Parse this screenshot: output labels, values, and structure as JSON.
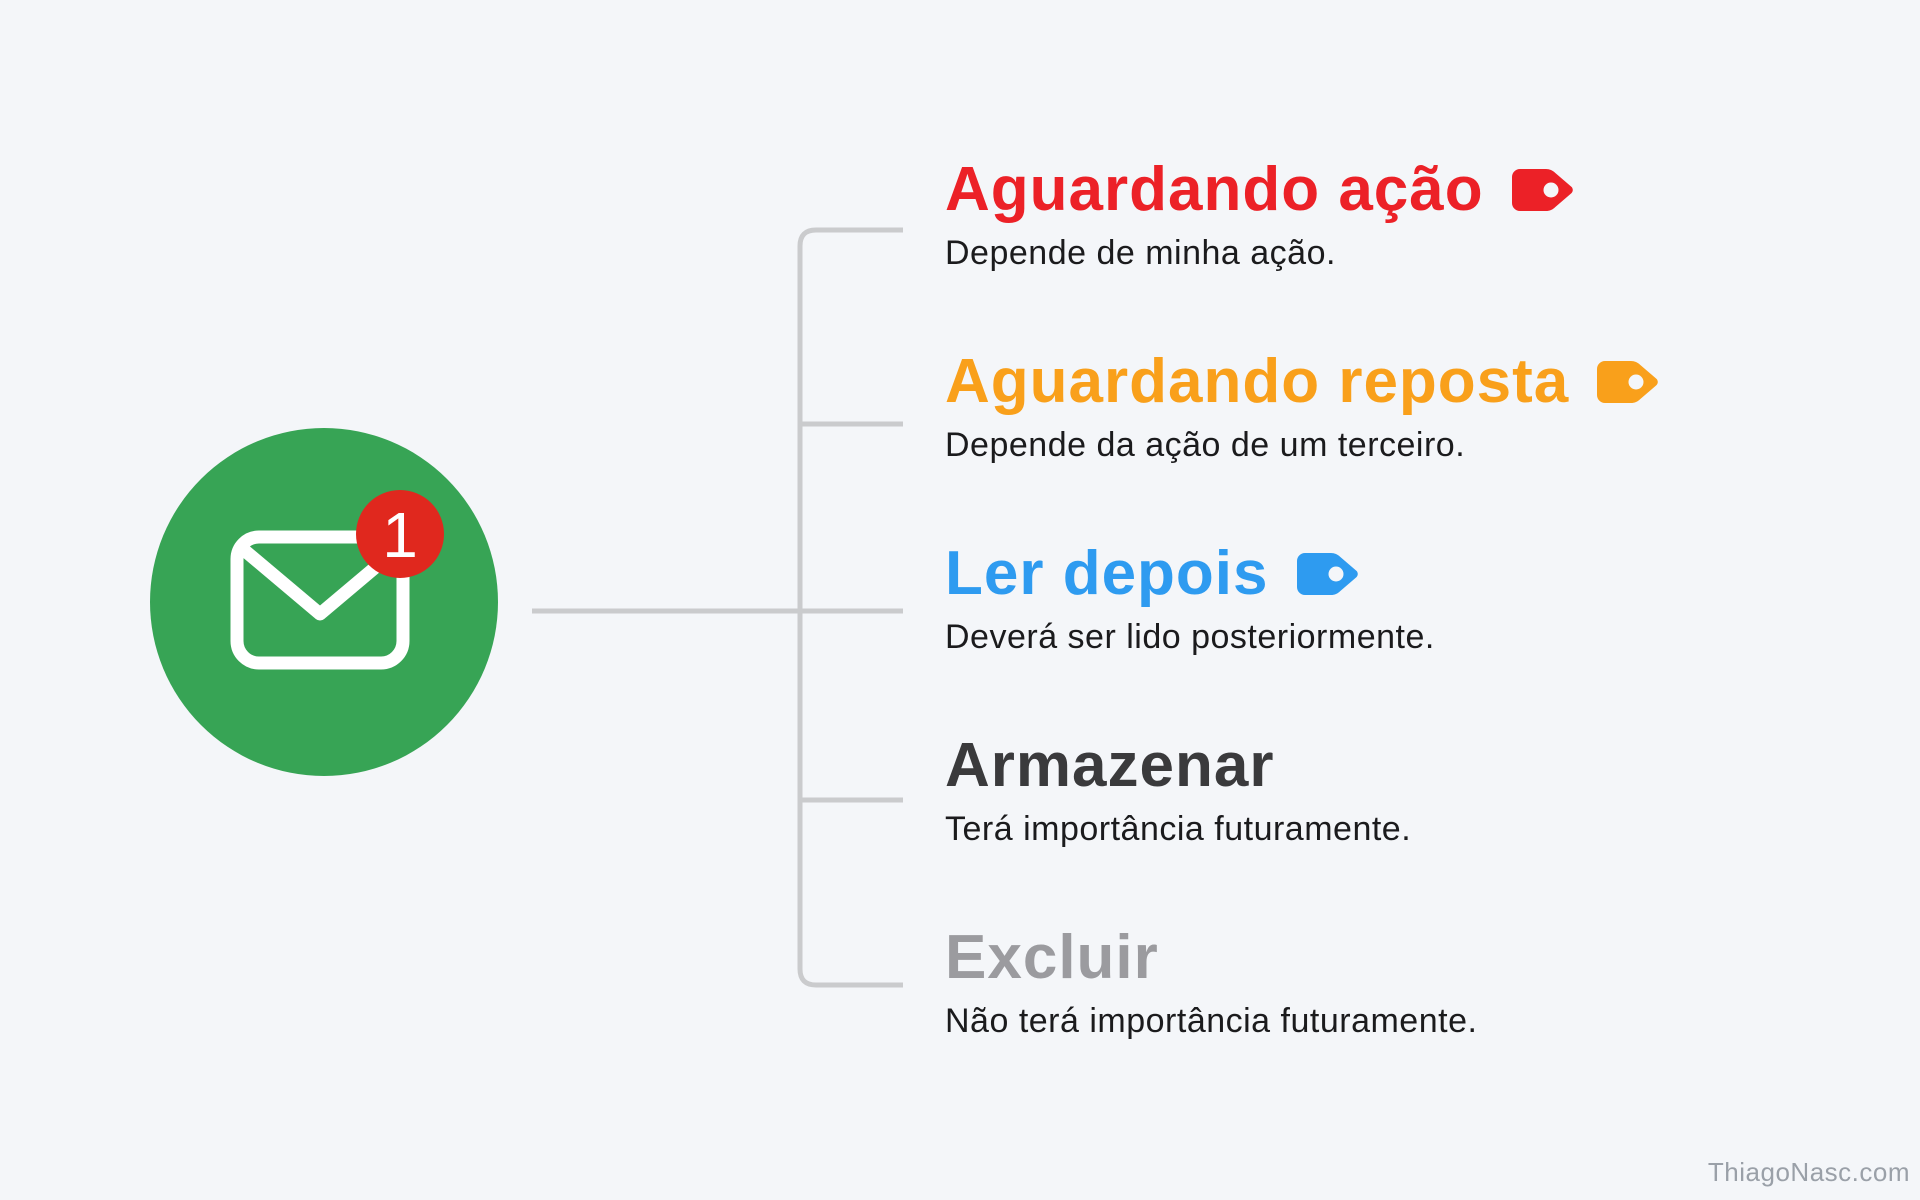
{
  "watermark": "ThiagoNasc.com",
  "connector": {
    "color": "#cacbcd"
  },
  "icon": {
    "name": "email-with-notification",
    "circle_color": "#37a455",
    "envelope_color": "#ffffff",
    "badge_color": "#e0281e",
    "badge_count": "1"
  },
  "items": [
    {
      "title": "Aguardando ação",
      "color": "#ec2127",
      "tag_color": "#ec2127",
      "description": "Depende de minha ação."
    },
    {
      "title": "Aguardando reposta",
      "color": "#f9a01b",
      "tag_color": "#f9a01b",
      "description": "Depende da ação de um terceiro."
    },
    {
      "title": "Ler depois",
      "color": "#2e9bf0",
      "tag_color": "#2e9bf0",
      "description": "Deverá ser lido posteriormente."
    },
    {
      "title": "Armazenar",
      "color": "#3a3a3c",
      "description": "Terá importância futuramente."
    },
    {
      "title": "Excluir",
      "color": "#9b9b9f",
      "description": "Não terá importância futuramente."
    }
  ]
}
